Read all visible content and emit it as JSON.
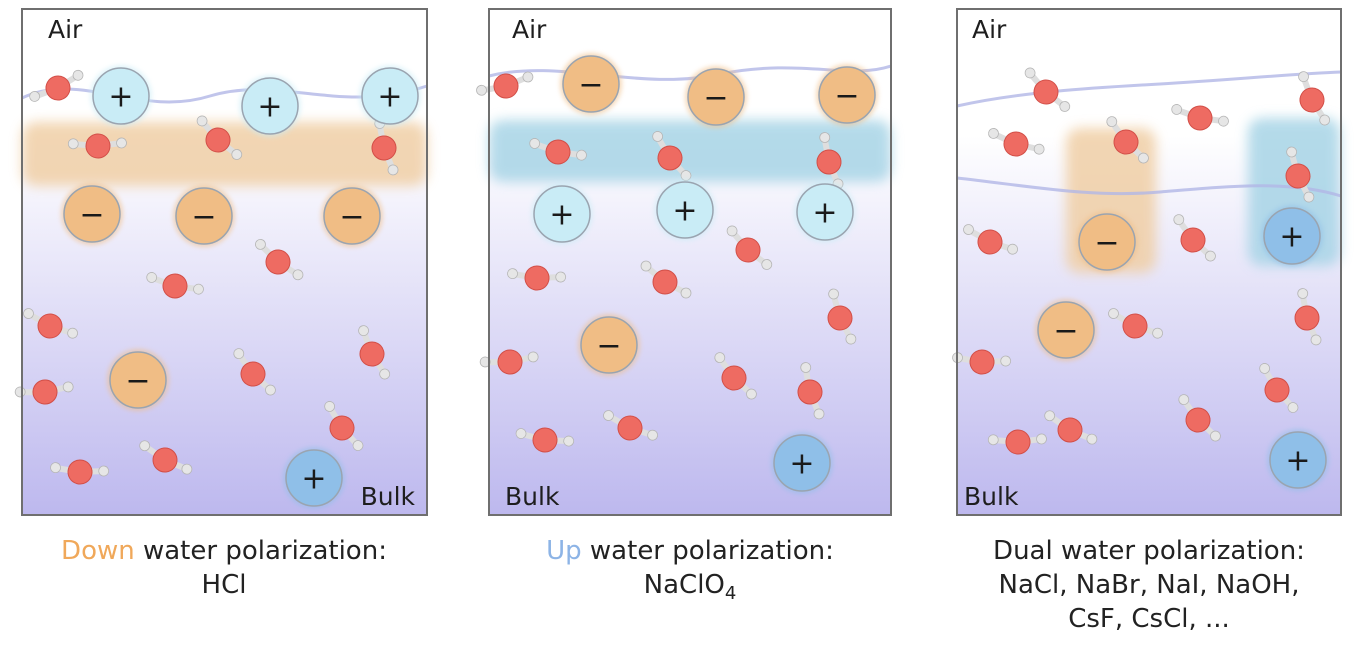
{
  "colors": {
    "bulk_top": "#ffffff",
    "bulk_bottom": "#bdb8ee",
    "cation_light": "#c9ecf6",
    "cation_dark": "#8fbfe8",
    "anion": "#f0bd85",
    "oxygen": "#ee6b62",
    "hydrogen": "#dedede",
    "down_band": "#f0cfa6",
    "up_band": "#a7d4e6",
    "interface_line": "#b2b6e6",
    "frame": "#6f6f6f",
    "down_word": "#f0a85a",
    "up_word": "#8db4e6"
  },
  "labels": {
    "air": "Air",
    "bulk": "Bulk",
    "cation": "+",
    "anion": "−"
  },
  "panels": [
    {
      "id": "down",
      "caption_keyword": "Down",
      "caption_rest": " water polarization:",
      "salts": [
        {
          "text": "HCl"
        }
      ]
    },
    {
      "id": "up",
      "caption_keyword": "Up",
      "caption_rest": " water polarization:",
      "salts": [
        {
          "text": "NaClO",
          "sub": "4"
        }
      ]
    },
    {
      "id": "dual",
      "caption_keyword": "",
      "caption_rest": "Dual water polarization:",
      "salts": [
        {
          "text": "NaCl, NaBr, NaI, NaOH,"
        },
        {
          "text": "CsF, CsCl, ..."
        }
      ]
    }
  ]
}
